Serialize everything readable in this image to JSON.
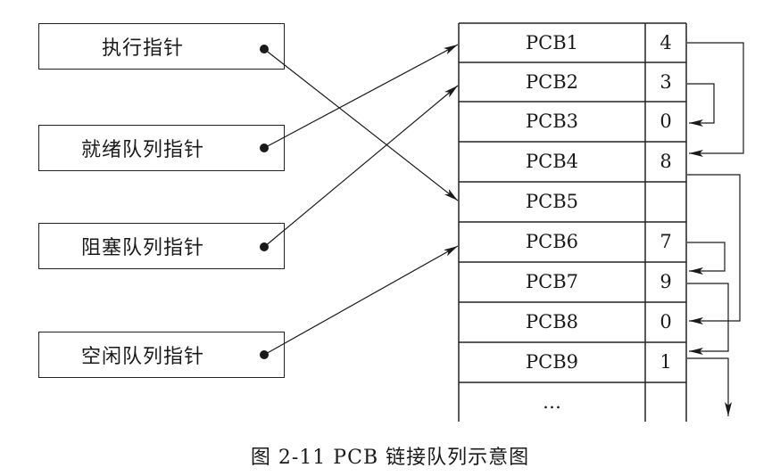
{
  "pointers": [
    {
      "label": "执行指针"
    },
    {
      "label": "就绪队列指针"
    },
    {
      "label": "阻塞队列指针"
    },
    {
      "label": "空闲队列指针"
    }
  ],
  "pcbs": [
    {
      "name": "PCB1",
      "next": "4"
    },
    {
      "name": "PCB2",
      "next": "3"
    },
    {
      "name": "PCB3",
      "next": "0"
    },
    {
      "name": "PCB4",
      "next": "8"
    },
    {
      "name": "PCB5",
      "next": ""
    },
    {
      "name": "PCB6",
      "next": "7"
    },
    {
      "name": "PCB7",
      "next": "9"
    },
    {
      "name": "PCB8",
      "next": "0"
    },
    {
      "name": "PCB9",
      "next": "1"
    }
  ],
  "ellipsis": "…",
  "caption": "图 2-11   PCB 链接队列示意图"
}
